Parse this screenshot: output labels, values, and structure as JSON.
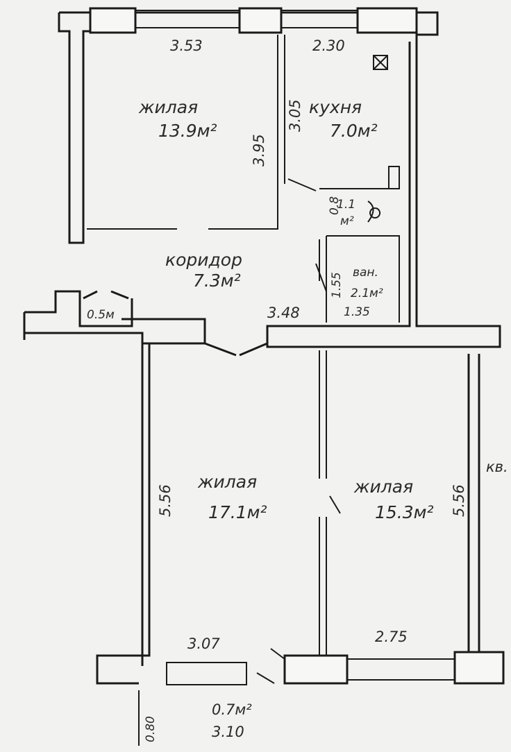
{
  "rooms": {
    "living1": {
      "name": "жилая",
      "area": "13.9м²"
    },
    "kitchen": {
      "name": "кухня",
      "area": "7.0м²"
    },
    "corridor": {
      "name": "коридор",
      "area": "7.3м²"
    },
    "bath": {
      "name": "ван.",
      "area": "2.1м²"
    },
    "wc": {
      "area": "м²"
    },
    "closet": {
      "area": "0.5м"
    },
    "living2": {
      "name": "жилая",
      "area": "17.1м²"
    },
    "living3": {
      "name": "жилая",
      "area": "15.3м²"
    },
    "balcony": {
      "area": "0.7м²"
    }
  },
  "dimensions": {
    "living1_width": "3.53",
    "kitchen_width": "2.30",
    "living1_depth": "3.95",
    "kitchen_depth": "3.05",
    "wc_width": "1.1",
    "wc_depth": "0.8",
    "bath_depth": "1.55",
    "bath_width": "1.35",
    "corridor_length": "3.48",
    "living2_depth": "5.56",
    "living3_depth": "5.56",
    "living2_width": "3.07",
    "living3_width": "2.75",
    "balcony_depth": "0.80",
    "balcony_width": "3.10"
  },
  "neighbor_label": "кв."
}
